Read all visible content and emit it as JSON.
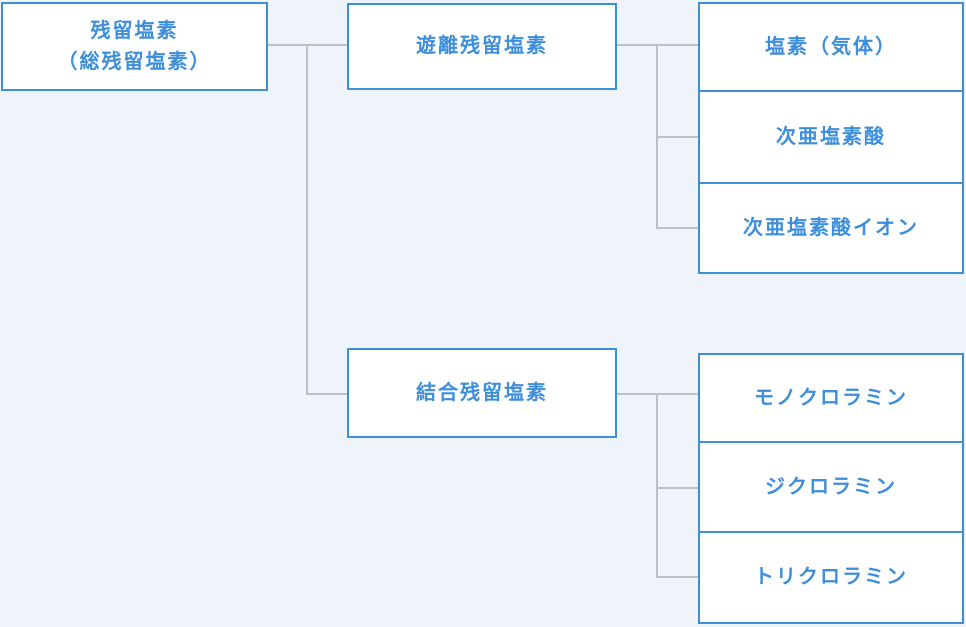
{
  "colors": {
    "background": "#eef4fa",
    "box_background": "#ffffff",
    "border": "#3d8edb",
    "text": "#3d8edb",
    "connector": "#bdc1c5"
  },
  "diagram": {
    "root": {
      "label_line1": "残留塩素",
      "label_line2": "（総残留塩素）"
    },
    "branches": [
      {
        "label": "遊離残留塩素",
        "children": [
          {
            "label": "塩素（気体）"
          },
          {
            "label": "次亜塩素酸"
          },
          {
            "label": "次亜塩素酸イオン"
          }
        ]
      },
      {
        "label": "結合残留塩素",
        "children": [
          {
            "label": "モノクロラミン"
          },
          {
            "label": "ジクロラミン"
          },
          {
            "label": "トリクロラミン"
          }
        ]
      }
    ]
  }
}
